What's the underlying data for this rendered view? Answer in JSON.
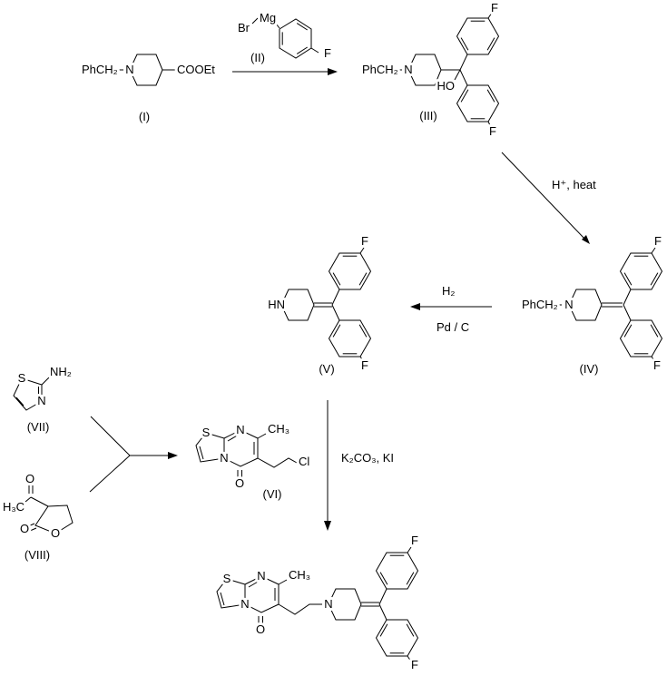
{
  "colors": {
    "ink": "#000000",
    "background": "#ffffff"
  },
  "atoms": {
    "PhCH2": "PhCH₂",
    "N": "N",
    "HN": "HN",
    "NH2": "NH₂",
    "COOEt": "COOEt",
    "Br": "Br",
    "Mg": "Mg",
    "F": "F",
    "HO": "HO",
    "S": "S",
    "O": "O",
    "CH3": "CH₃",
    "H3C": "H₃C",
    "Cl": "Cl"
  },
  "compound_labels": {
    "I": "(I)",
    "II": "(II)",
    "III": "(III)",
    "IV": "(IV)",
    "V": "(V)",
    "VI": "(VI)",
    "VII": "(VII)",
    "VIII": "(VIII)"
  },
  "reagents": {
    "dehydration": "H⁺, heat",
    "hydrogenation": "H₂",
    "catalyst": "Pd / C",
    "alkylation": "K₂CO₃, KI"
  }
}
